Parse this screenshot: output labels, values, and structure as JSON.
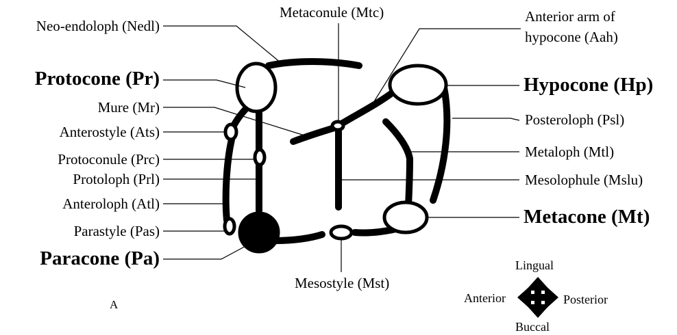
{
  "labels": {
    "neo_endoloph": "Neo-endoloph (Nedl)",
    "protocone": "Protocone (Pr)",
    "mure": "Mure (Mr)",
    "anterostyle": "Anterostyle (Ats)",
    "protoconule": "Protoconule (Prc)",
    "protoloph": "Protoloph (Prl)",
    "anteroloph": "Anteroloph (Atl)",
    "parastyle": "Parastyle (Pas)",
    "paracone": "Paracone (Pa)",
    "metaconule": "Metaconule (Mtc)",
    "mesostyle": "Mesostyle (Mst)",
    "anterior_arm_line1": "Anterior arm of",
    "anterior_arm_line2": "hypocone (Aah)",
    "hypocone": "Hypocone (Hp)",
    "posteroloph": "Posteroloph (Psl)",
    "metaloph": "Metaloph (Mtl)",
    "mesolophule": "Mesolophule (Mslu)",
    "metacone": "Metacone (Mt)"
  },
  "panel_letter": "A",
  "compass": {
    "top": "Lingual",
    "left": "Anterior",
    "right": "Posterior",
    "bottom": "Buccal"
  }
}
